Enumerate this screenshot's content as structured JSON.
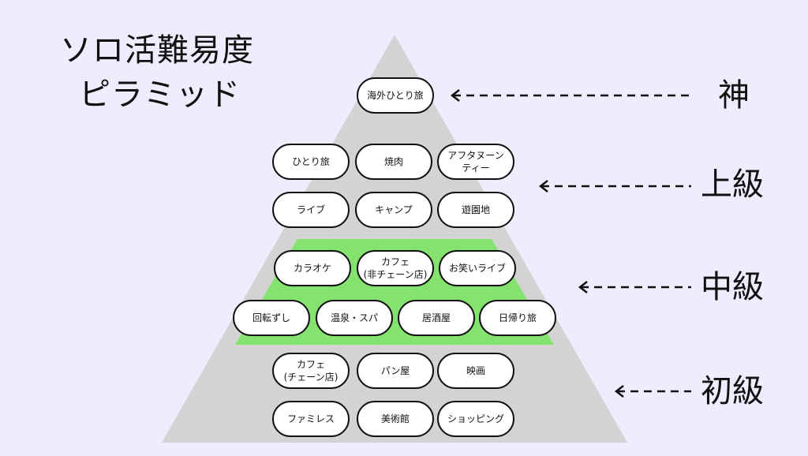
{
  "title": {
    "line1": "ソロ活難易度",
    "line2": "ピラミッド"
  },
  "colors": {
    "background": "#efecfd",
    "pyramid": "#d3d3d3",
    "middle_band": "#84e26f",
    "pill_border": "#111111"
  },
  "levels": [
    {
      "label": "神",
      "items": [
        {
          "label": "海外ひとり旅"
        }
      ]
    },
    {
      "label": "上級",
      "items": [
        {
          "label": "ひとり旅"
        },
        {
          "label": "焼肉"
        },
        {
          "label": "アフタヌーン\nティー"
        },
        {
          "label": "ライブ"
        },
        {
          "label": "キャンプ"
        },
        {
          "label": "遊園地"
        }
      ]
    },
    {
      "label": "中級",
      "items": [
        {
          "label": "カラオケ"
        },
        {
          "label": "カフェ\n(非チェーン店)"
        },
        {
          "label": "お笑いライブ"
        },
        {
          "label": "回転ずし"
        },
        {
          "label": "温泉・スパ"
        },
        {
          "label": "居酒屋"
        },
        {
          "label": "日帰り旅"
        }
      ]
    },
    {
      "label": "初級",
      "items": [
        {
          "label": "カフェ\n(チェーン店)"
        },
        {
          "label": "パン屋"
        },
        {
          "label": "映画"
        },
        {
          "label": "ファミレス"
        },
        {
          "label": "美術館"
        },
        {
          "label": "ショッピング"
        }
      ]
    }
  ]
}
